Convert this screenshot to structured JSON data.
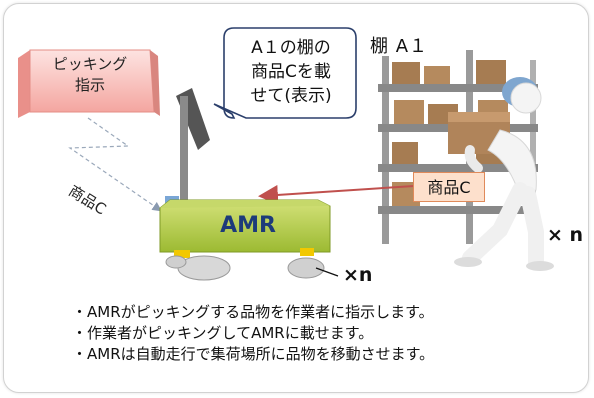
{
  "picking_instruction": {
    "line1": "ピッキング",
    "line2": "指示"
  },
  "speech_bubble": {
    "line1": "A１の棚の",
    "line2": "商品Cを載",
    "line3": "せて(表示)"
  },
  "shelf_label": "棚 A１",
  "product_tag": "商品C",
  "product_flow_label": "商品C",
  "amr_label": "AMR",
  "amr_multiplier": "×n",
  "worker_multiplier": "× n",
  "notes": [
    "・AMRがピッキングする品物を作業者に指示します。",
    "・作業者がピッキングしてAMRに載せます。",
    "・AMRは自動走行で集荷場所に品物を移動させます。"
  ],
  "colors": {
    "amr_body": "#a9c93f",
    "amr_text": "#1d3b7a",
    "picking_box": "#f7b9b4",
    "product_tag_fill": "#fde0cc",
    "arrow": "#c0504d",
    "shelf": "#8e8e8e",
    "box": "#a67c52"
  }
}
